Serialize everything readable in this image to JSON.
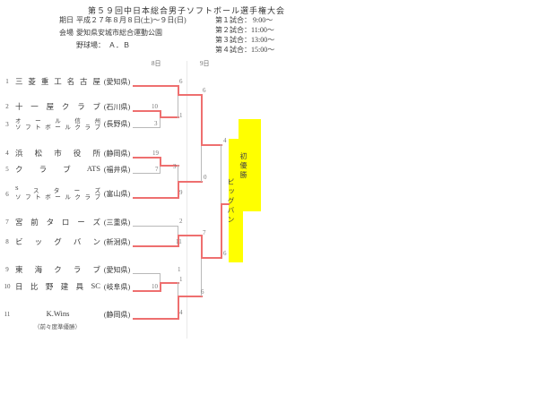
{
  "header": {
    "title": "第５９回中日本総合男子ソフトボール選手権大会",
    "date_label": "期日",
    "date": "平成２７年８月８日(土)～９日(日)",
    "venue_label": "会場",
    "venue": "愛知県安城市総合運動公園",
    "field": "野球場：　Ａ．Ｂ",
    "schedule": [
      "第１試合：  9:00～",
      "第２試合：11:00～",
      "第３試合：13:00～",
      "第４試合：15:00～"
    ]
  },
  "bracket": {
    "round_labels": [
      "8日",
      "9日"
    ],
    "teams": [
      {
        "no": "1",
        "name": "三菱重工名古屋",
        "pref": "(愛知県)"
      },
      {
        "no": "2",
        "name": "十一屋クラブ",
        "pref": "(石川県)"
      },
      {
        "no": "3",
        "name": "オール信州",
        "name2": "ソフトボールクラブ",
        "pref": "(長野県)"
      },
      {
        "no": "4",
        "name": "浜松市役所",
        "pref": "(静岡県)"
      },
      {
        "no": "5",
        "name": "クラブATS",
        "pref": "(福井県)"
      },
      {
        "no": "6",
        "name": "Sスターズ",
        "name2": "ソフトボールクラブ",
        "pref": "(富山県)"
      },
      {
        "no": "7",
        "name": "宮前タローズ",
        "pref": "(三重県)"
      },
      {
        "no": "8",
        "name": "ビッグバン",
        "pref": "(新潟県)"
      },
      {
        "no": "9",
        "name": "東海クラブ",
        "pref": "(愛知県)"
      },
      {
        "no": "10",
        "name": "日比野建具SC",
        "pref": "(岐阜県)"
      },
      {
        "no": "11",
        "name": "K.Wins",
        "pref": "(静岡県)",
        "note": "（前々度準優勝）"
      }
    ],
    "scores": {
      "r1a": [
        "10",
        "3"
      ],
      "qf1": [
        "6",
        "1"
      ],
      "r1b": [
        "19",
        "7"
      ],
      "qf2": [
        "3",
        "9"
      ],
      "sf1": [
        "6",
        "0"
      ],
      "qf3": [
        "2",
        "11"
      ],
      "r1c": [
        "1",
        "10"
      ],
      "qf4": [
        "1",
        "4"
      ],
      "sf2": [
        "7",
        "6"
      ],
      "final": [
        "4",
        "6"
      ]
    },
    "champion": {
      "result": "初優勝",
      "name": "ビッグバン"
    }
  },
  "colors": {
    "winner_line": "#ee6f6f",
    "loser_line": "#b9b9b9",
    "highlight": "#ffff00"
  }
}
